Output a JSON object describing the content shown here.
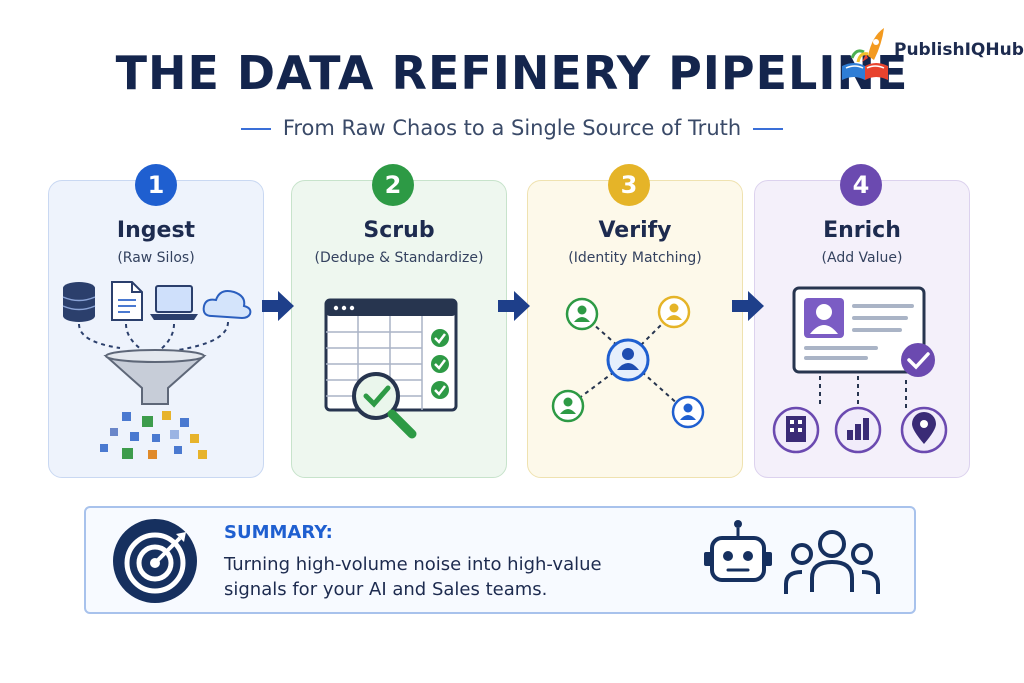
{
  "header": {
    "title": "THE DATA REFINERY PIPELINE",
    "subtitle": "From Raw Chaos to a Single Source of Truth"
  },
  "brand": {
    "name": "PublishIQHub"
  },
  "steps": [
    {
      "number": "1",
      "title": "Ingest",
      "subtitle": "(Raw Silos)",
      "color": "#1f5fd0"
    },
    {
      "number": "2",
      "title": "Scrub",
      "subtitle": "(Dedupe & Standardize)",
      "color": "#2d9a45"
    },
    {
      "number": "3",
      "title": "Verify",
      "subtitle": "(Identity Matching)",
      "color": "#e5b428"
    },
    {
      "number": "4",
      "title": "Enrich",
      "subtitle": "(Add Value)",
      "color": "#6b4ab0"
    }
  ],
  "summary": {
    "label": "SUMMARY:",
    "text": "Turning high-volume noise into high-value signals for your AI and Sales teams."
  },
  "icons": {
    "step1": [
      "database-icon",
      "document-icon",
      "laptop-icon",
      "cloud-icon",
      "funnel-icon"
    ],
    "step2": [
      "spreadsheet-icon",
      "checkmark-icon",
      "magnifier-icon"
    ],
    "step3": [
      "person-node-icon",
      "network-icon"
    ],
    "step4": [
      "profile-card-icon",
      "building-icon",
      "bar-chart-icon",
      "location-pin-icon"
    ],
    "summary": [
      "target-icon",
      "robot-icon",
      "team-icon"
    ]
  },
  "colors": {
    "navy": "#14254d",
    "accent_blue": "#1f5fd0"
  }
}
